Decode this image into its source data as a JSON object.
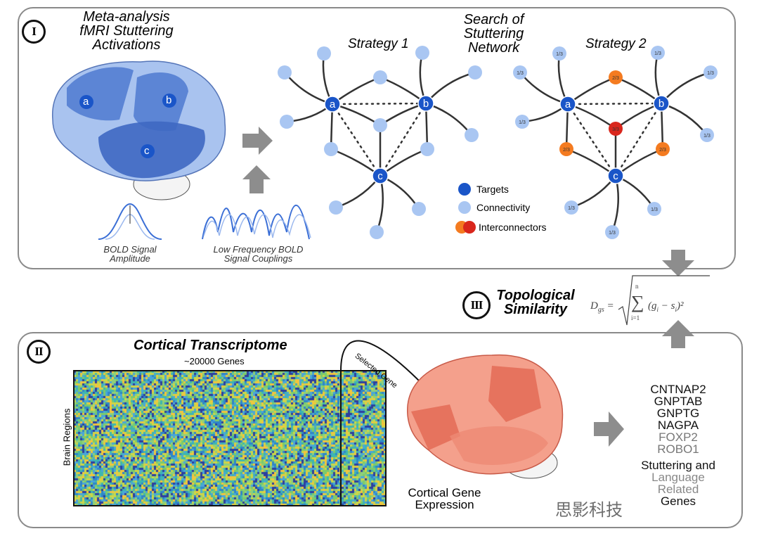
{
  "panel1": {
    "numeral": "I",
    "title": "Meta-analysis fMRI Stuttering Activations",
    "title_lines": [
      "Meta-analysis",
      "fMRI Stuttering",
      "Activations"
    ],
    "region_labels": [
      "a",
      "b",
      "c"
    ],
    "bold_amplitude": [
      "BOLD Signal",
      "Amplitude"
    ],
    "bold_couplings": [
      "Low Frequency BOLD",
      "Signal Couplings"
    ],
    "search_title": [
      "Search of",
      "Stuttering",
      "Network"
    ],
    "strategy1": "Strategy 1",
    "strategy2": "Strategy 2",
    "strategy2_labels": {
      "connectivity": "1/3",
      "interconnector_two": "2/3",
      "interconnector_three": "3/3"
    },
    "legend": [
      "Targets",
      "Connectivity",
      "Interconnectors"
    ],
    "colors": {
      "target": "#1a55c8",
      "connectivity": "#a9c6f2",
      "interconnector": "#f47b20",
      "interconnector_full": "#d9261c"
    }
  },
  "panel3": {
    "numeral": "III",
    "title": [
      "Topological",
      "Similarity"
    ],
    "formula": {
      "lhs": "D",
      "lhs_sub": "gs",
      "sum_top": "n",
      "sum_bottom": "i=1",
      "body": "(g",
      "i1": "i",
      "minus": " − s",
      "i2": "i",
      "close": ")²"
    }
  },
  "panel2": {
    "numeral": "II",
    "title": "Cortical Transcriptome",
    "subtitle": "~20000 Genes",
    "y_label": "Brain Regions",
    "selected_gene": "Selected Gene",
    "brain_label": [
      "Cortical Gene",
      "Expression"
    ],
    "genes": [
      {
        "name": "CNTNAP2",
        "color": "#111111"
      },
      {
        "name": "GNPTAB",
        "color": "#111111"
      },
      {
        "name": "GNPTG",
        "color": "#111111"
      },
      {
        "name": "NAGPA",
        "color": "#111111"
      },
      {
        "name": "FOXP2",
        "color": "#777777"
      },
      {
        "name": "ROBO1",
        "color": "#777777"
      }
    ],
    "genes_caption": [
      "Stuttering and",
      "Language",
      "Related",
      "Genes"
    ]
  },
  "watermark": "思影科技"
}
